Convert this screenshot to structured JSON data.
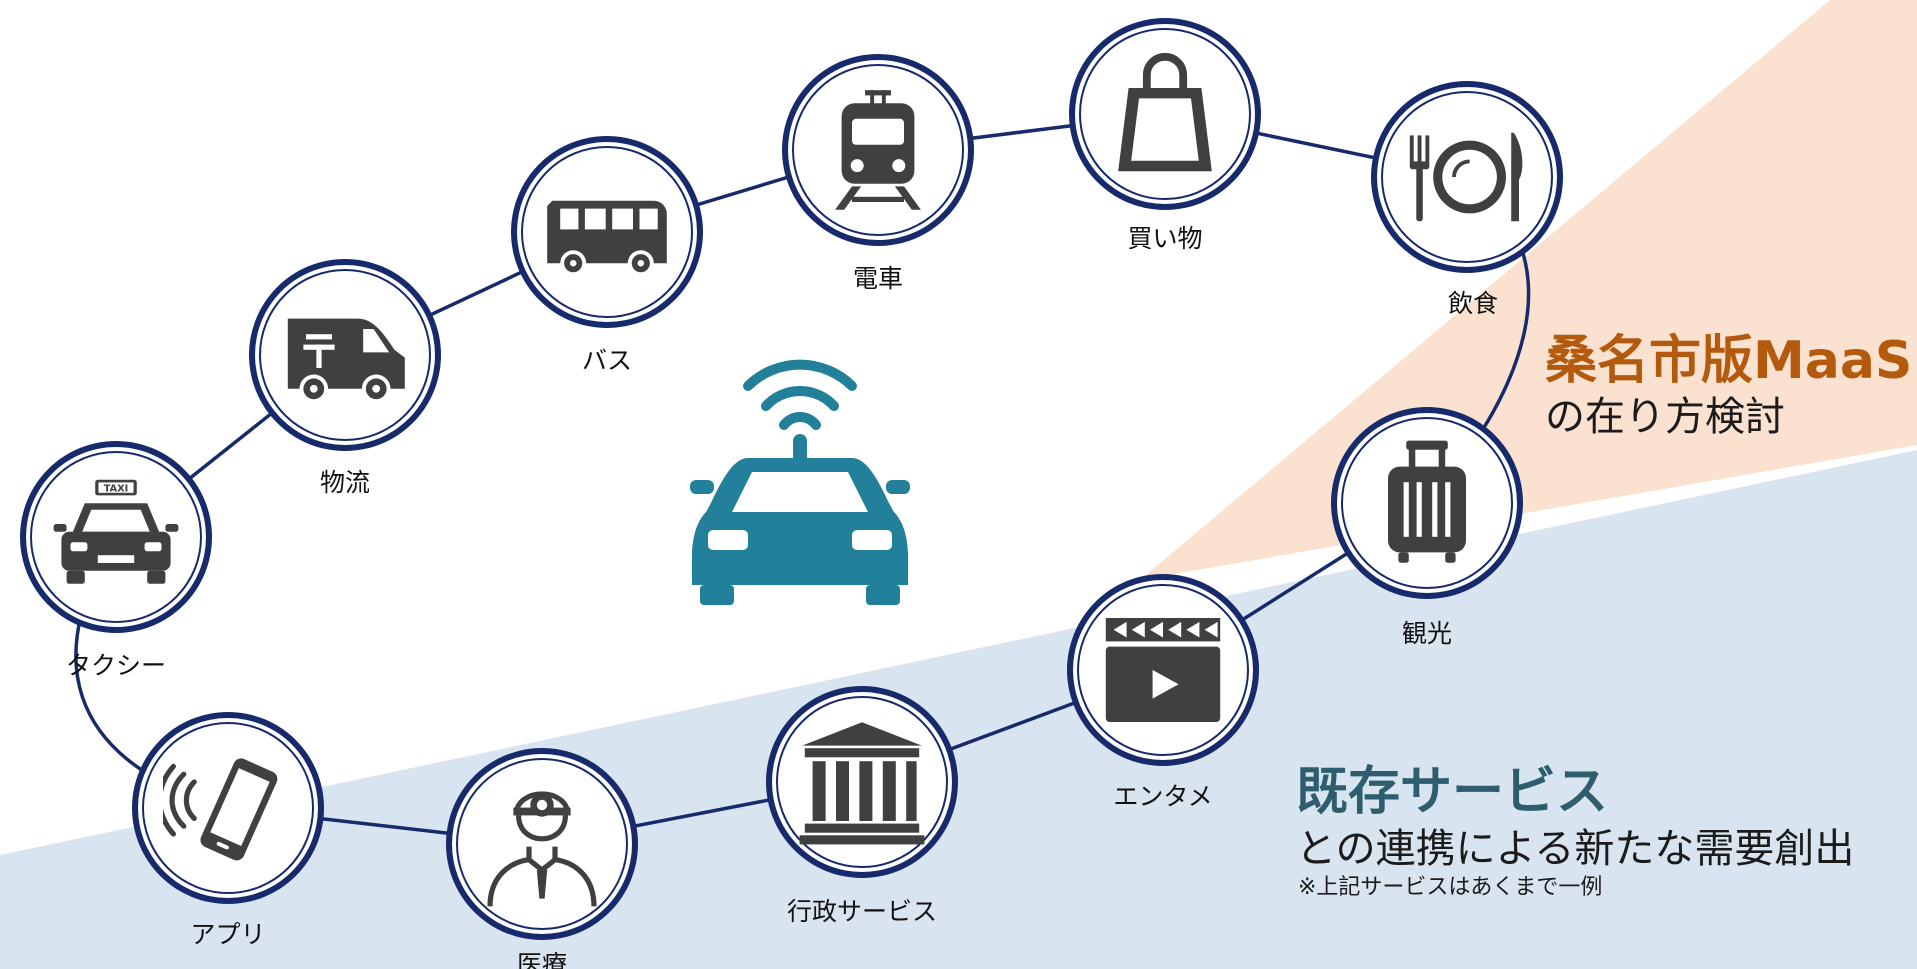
{
  "services": {
    "train": "電車",
    "shopping": "買い物",
    "dining": "飲食",
    "bus": "バス",
    "logistics": "物流",
    "taxi": "タクシー",
    "tourism": "観光",
    "entertainment": "エンタメ",
    "gov": "行政サービス",
    "medical": "医療",
    "app": "アプリ",
    "taxi_sign": "TAXI"
  },
  "maas": {
    "title": "桑名市版MaaS",
    "subtitle": "の在り方検討"
  },
  "existing": {
    "title": "既存サービス",
    "subtitle": "との連携による新たな需要創出",
    "note": "※上記サービスはあくまで一例"
  },
  "colors": {
    "ring": "#172a6b",
    "icon": "#404040",
    "car": "#23809a",
    "maas_accent": "#b35a0e",
    "existing_accent": "#2e5e6e",
    "peach_bg": "#fbe2d0",
    "blue_bg": "#d9e4f1"
  },
  "icons": [
    "train-icon",
    "shopping-bag-icon",
    "dining-icon",
    "bus-icon",
    "delivery-truck-icon",
    "taxi-icon",
    "suitcase-icon",
    "clapperboard-icon",
    "government-building-icon",
    "doctor-icon",
    "smartphone-icon",
    "connected-car-icon"
  ]
}
